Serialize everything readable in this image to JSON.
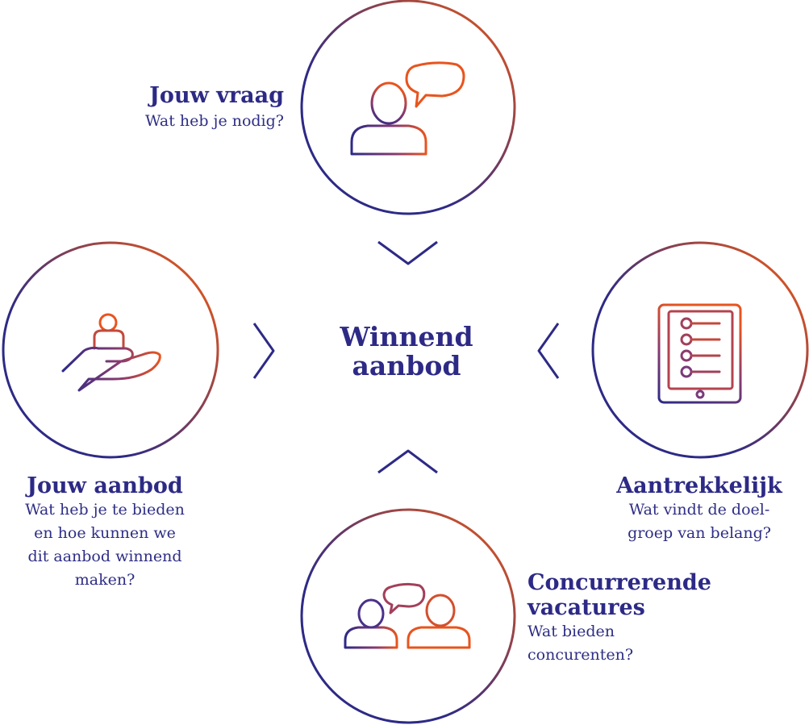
{
  "center": {
    "line1": "Winnend",
    "line2": "aanbod"
  },
  "nodes": {
    "top": {
      "title": "Jouw vraag",
      "sub1": "Wat heb je nodig?",
      "icon": "person-speech-bubble-icon"
    },
    "left": {
      "title": "Jouw aanbod",
      "sub1": "Wat heb je te  bieden",
      "sub2": "en hoe kunnen we",
      "sub3": "dit aanbod winnend",
      "sub4": "maken?",
      "icon": "hand-offering-person-icon"
    },
    "right": {
      "title": "Aantrekkelijk",
      "sub1": "Wat vindt de doel-",
      "sub2": "groep van belang?",
      "icon": "tablet-checklist-icon"
    },
    "bottom": {
      "title1": "Concurrerende",
      "title2": "vacatures",
      "sub1": "Wat bieden",
      "sub2": "concurenten?",
      "icon": "two-people-conversation-icon"
    }
  },
  "colors": {
    "navy": "#2d2a86",
    "orange": "#e8541e",
    "purple": "#7a3a7c"
  }
}
